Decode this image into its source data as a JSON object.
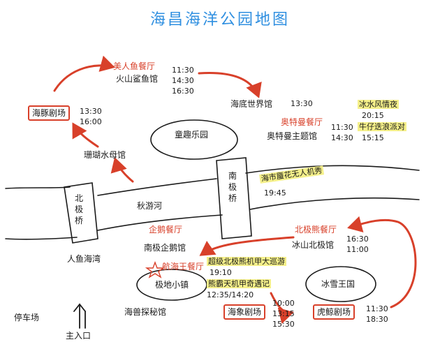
{
  "title": "海昌海洋公园地图",
  "restaurants": {
    "mermaid": "美人鱼餐厅",
    "ultraman": "奥特曼餐厅",
    "penguin": "企鹅餐厅",
    "polar_bear": "北极熊餐厅",
    "pirate": "航海王餐厅"
  },
  "venues": {
    "volcano_shark": {
      "name": "火山鲨鱼馆",
      "times": [
        "11:30",
        "14:30",
        "16:30"
      ]
    },
    "undersea_world": {
      "name": "海底世界馆",
      "times": [
        "13:30"
      ]
    },
    "dolphin_theater": {
      "name": "海豚剧场",
      "times": [
        "13:30",
        "16:00"
      ]
    },
    "kids_park": {
      "name": "童趣乐园"
    },
    "coral_jellyfish": {
      "name": "珊瑚水母馆"
    },
    "ultraman_hall": {
      "name": "奥特曼主题馆",
      "times": [
        "11:30",
        "14:30"
      ]
    },
    "north_pole_bridge": {
      "name": "北极桥"
    },
    "south_pole_bridge": {
      "name": "南极桥"
    },
    "autumn_river": {
      "name": "秋游河"
    },
    "mermaid_bay": {
      "name": "人鱼海湾"
    },
    "penguin_hall": {
      "name": "南极企鹅馆"
    },
    "polar_bear_hall": {
      "name": "冰山北极馆",
      "times": [
        "16:30",
        "11:00"
      ]
    },
    "polar_town": {
      "name": "极地小镇"
    },
    "ice_kingdom": {
      "name": "冰雪王国"
    },
    "sea_lion_lab": {
      "name": "海兽探秘馆"
    },
    "walrus_theater": {
      "name": "海象剧场",
      "times": [
        "10:00",
        "13:15",
        "15:30"
      ]
    },
    "whale_theater": {
      "name": "虎鲸剧场",
      "times": [
        "11:30",
        "18:30"
      ]
    },
    "parking": {
      "name": "停车场"
    },
    "main_entrance": {
      "name": "主入口"
    }
  },
  "shows": {
    "ice_wind": {
      "name": "冰水风情夜",
      "time": "20:15"
    },
    "cowboy_party": {
      "name": "牛仔迭浪派对",
      "time": "15:15"
    },
    "fireworks": {
      "name": "海市蜃花无人机秀",
      "time": "19:45"
    },
    "mecha_parade": {
      "name": "超级北极熊机甲大巡游",
      "time": "19:10"
    },
    "bear_adventure": {
      "name": "熊霸天机甲奇遇记",
      "time": "12:35/14:20"
    }
  },
  "colors": {
    "title": "#2f8fe0",
    "route": "#d8402a",
    "highlight": "#f5f08a",
    "ink": "#1a1a1a"
  },
  "icons": [
    "route-arrow",
    "north-arrow-icon",
    "star-icon"
  ]
}
